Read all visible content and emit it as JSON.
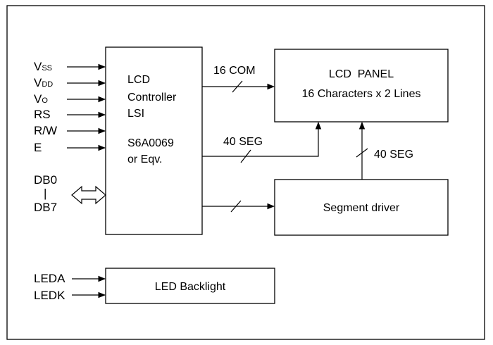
{
  "diagram": {
    "inputs": {
      "vss": {
        "main": "V",
        "sub": "SS"
      },
      "vdd": {
        "main": "V",
        "sub": "DD"
      },
      "vo": {
        "main": "V",
        "sub": "O"
      },
      "rs": "RS",
      "rw": "R/W",
      "e": "E",
      "db0": "DB0",
      "db_sep": "|",
      "db7": "DB7",
      "leda": "LEDA",
      "ledk": "LEDK"
    },
    "controller": {
      "line1": "LCD",
      "line2": "Controller",
      "line3": "LSI",
      "line4": "S6A0069",
      "line5": "or Eqv."
    },
    "panel": {
      "line1": "LCD  PANEL",
      "line2": "16 Characters x 2 Lines"
    },
    "segment_driver": "Segment driver",
    "backlight": "LED Backlight",
    "bus_labels": {
      "com": "16 COM",
      "seg_ctrl": "40 SEG",
      "seg_drv": "40 SEG"
    }
  }
}
